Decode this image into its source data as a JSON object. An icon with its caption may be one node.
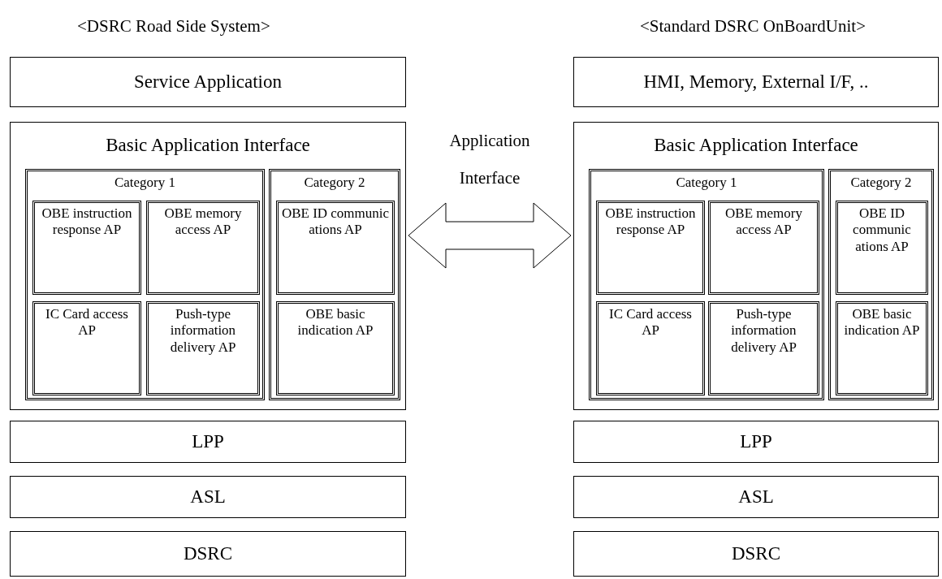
{
  "diagram": {
    "nodes": [
      {
        "text": [
          "Service Application"
        ]
      },
      {
        "text": [
          "Basic Application Interface"
        ]
      },
      {
        "text": [
          "Category 1"
        ],
        "in": 1
      },
      {
        "text": [
          "OBE instruction response AP"
        ],
        "in": 2
      },
      {
        "text": [
          "OBE memory access AP"
        ],
        "in": 2
      },
      {
        "text": [
          "IC Card access AP"
        ],
        "in": 2
      },
      {
        "text": [
          "Push-type information delivery AP"
        ],
        "in": 2
      },
      {
        "text": [
          "Category 2"
        ],
        "in": 1
      },
      {
        "text": [
          "OBE ID communic ations AP"
        ],
        "in": 7
      },
      {
        "text": [
          "OBE basic indication AP"
        ],
        "in": 7
      },
      {
        "text": [
          "LPP"
        ]
      },
      {
        "text": [
          "ASL"
        ]
      },
      {
        "text": [
          "DSRC"
        ]
      },
      {
        "text": [
          "HMI, Memory, External I/F, .."
        ]
      },
      {
        "text": [
          "Basic Application Interface"
        ]
      },
      {
        "text": [
          "Category 1"
        ],
        "in": 14
      },
      {
        "text": [
          "OBE instruction response AP"
        ],
        "in": 15
      },
      {
        "text": [
          "OBE memory access AP"
        ],
        "in": 15
      },
      {
        "text": [
          "IC Card access AP"
        ],
        "in": 15
      },
      {
        "text": [
          "Push-type information delivery AP"
        ],
        "in": 15
      },
      {
        "text": [
          "Category 2"
        ],
        "in": 14
      },
      {
        "text": [
          "OBE ID communic ations AP"
        ],
        "in": 20
      },
      {
        "text": [
          "OBE basic indication AP"
        ],
        "in": 20
      },
      {
        "text": [
          "LPP"
        ]
      },
      {
        "text": [
          "ASL"
        ]
      },
      {
        "text": [
          "DSRC"
        ]
      }
    ],
    "edges": [
      {
        "from": 1,
        "to": 14,
        "arrow": "both",
        "label": "Application Interface"
      }
    ],
    "labels": [
      "<DSRC Road Side System>",
      "<Standard DSRC OnBoardUnit>"
    ]
  }
}
